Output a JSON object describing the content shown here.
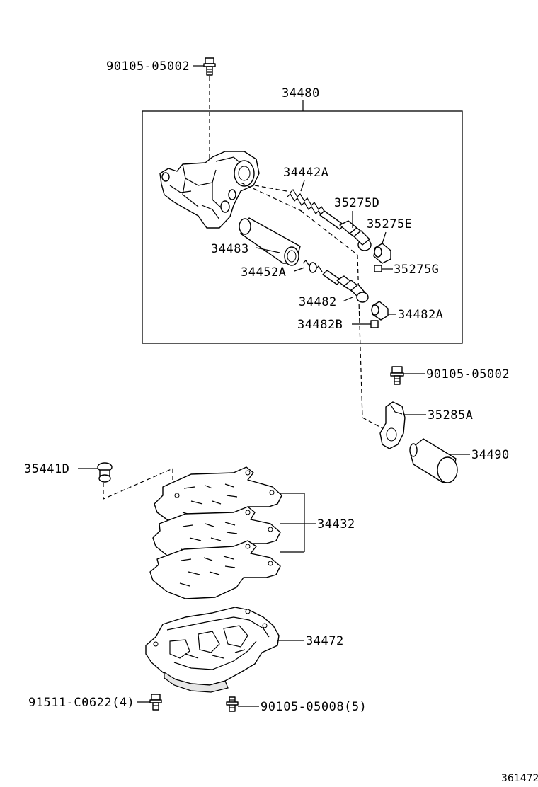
{
  "labels": {
    "bolt_top": "90105-05002",
    "assembly": "34480",
    "spring_34442a": "34442A",
    "valve_35275d": "35275D",
    "plug_35275e": "35275E",
    "retainer_35275g": "35275G",
    "sleeve_34483": "34483",
    "spring_34452a": "34452A",
    "valve_34482": "34482",
    "plug_34482a": "34482A",
    "retainer_34482b": "34482B",
    "bolt_mid": "90105-05002",
    "bracket_35285a": "35285A",
    "solenoid_34490": "34490",
    "check_ball_35441d": "35441D",
    "gaskets_34432": "34432",
    "body_34472": "34472",
    "bolt_91511": "91511-C0622(4)",
    "bolt_90105_05008": "90105-05008(5)",
    "diagram_number": "361472"
  }
}
